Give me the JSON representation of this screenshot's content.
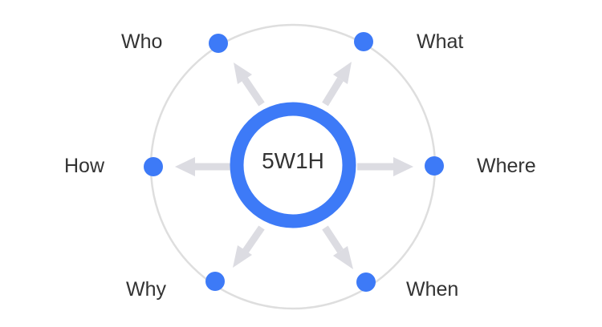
{
  "center": {
    "label": "5W1H"
  },
  "nodes": [
    {
      "id": "who",
      "label": "Who"
    },
    {
      "id": "what",
      "label": "What"
    },
    {
      "id": "how",
      "label": "How"
    },
    {
      "id": "where",
      "label": "Where"
    },
    {
      "id": "why",
      "label": "Why"
    },
    {
      "id": "when",
      "label": "When"
    }
  ],
  "colors": {
    "accent": "#3d7af7",
    "arrow": "#dcdce2",
    "outer_ring": "#dedede",
    "text": "#333333",
    "background": "#ffffff"
  }
}
